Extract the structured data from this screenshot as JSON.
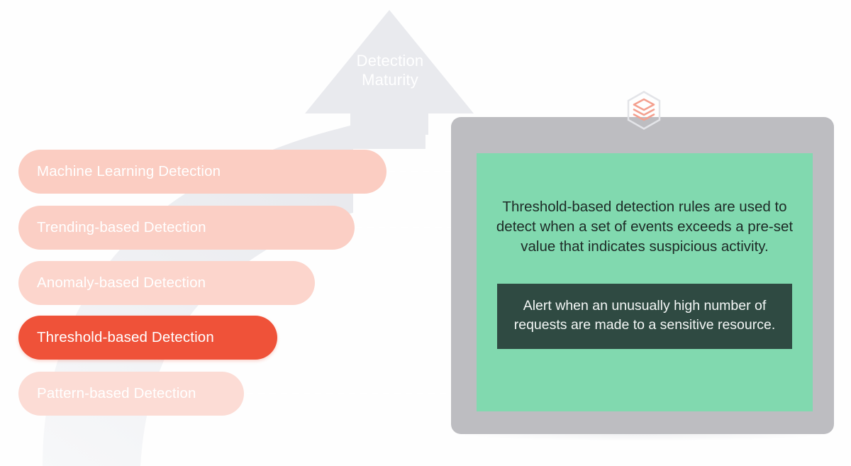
{
  "arrow": {
    "label": "Detection\nMaturity",
    "icon": "up-arrow-shape",
    "color": "#e9eaee"
  },
  "ladder": {
    "items": [
      {
        "label": "Machine Learning Detection",
        "active": false,
        "color": "#fbcdc2"
      },
      {
        "label": "Trending-based Detection",
        "active": false,
        "color": "#fbcfc5"
      },
      {
        "label": "Anomaly-based Detection",
        "active": false,
        "color": "#fcd5cc"
      },
      {
        "label": "Threshold-based Detection",
        "active": true,
        "color": "#ef5239"
      },
      {
        "label": "Pattern-based Detection",
        "active": false,
        "color": "#fcdcd5"
      }
    ]
  },
  "connectors": {
    "count": 5,
    "style": "dashed-arrow",
    "color": "#ffffff"
  },
  "panel": {
    "badge_icon": "layers-hexagon-icon",
    "badge_color": "#f4a08f",
    "background": "#bdbdc1",
    "card": {
      "background": "#81d9af",
      "description": "Threshold-based detection rules are used to detect when a set of events exceeds a pre-set value that indicates suspicious activity.",
      "example": {
        "background": "#2f4a42",
        "text": "Alert when an unusually high number of requests are made to a sensitive resource."
      }
    }
  }
}
